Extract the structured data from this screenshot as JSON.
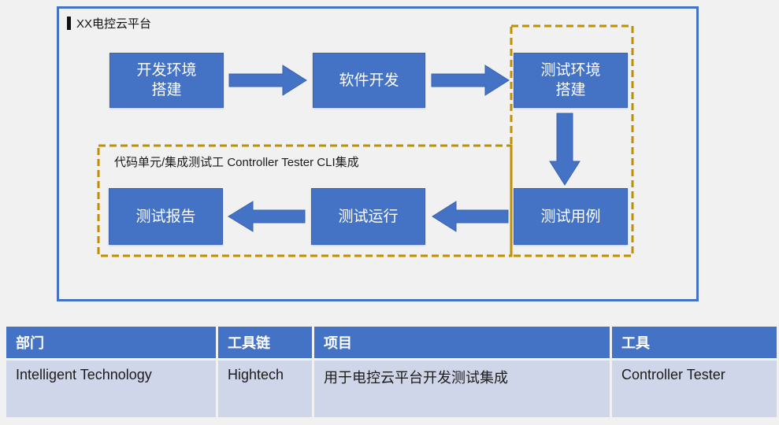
{
  "colors": {
    "accent_blue": "#4472C4",
    "box_border": "#3A62AE",
    "dashed_gold": "#BF9000",
    "table_row_bg": "#CFD6EA",
    "page_bg": "#F1F1F2",
    "text_dark": "#1A1A1A",
    "text_white": "#FFFFFF"
  },
  "diagram": {
    "title": "XX电控云平台",
    "dashed_group_label": "代码单元/集成测试工 Controller Tester CLI集成",
    "boxes": [
      {
        "id": "dev-env-setup",
        "lines": [
          "开发环境",
          "搭建"
        ]
      },
      {
        "id": "software-dev",
        "lines": [
          "软件开发"
        ]
      },
      {
        "id": "test-env-setup",
        "lines": [
          "测试环境",
          "搭建"
        ]
      },
      {
        "id": "test-case",
        "lines": [
          "测试用例"
        ]
      },
      {
        "id": "test-run",
        "lines": [
          "测试运行"
        ]
      },
      {
        "id": "test-report",
        "lines": [
          "测试报告"
        ]
      }
    ],
    "flow": [
      "开发环境搭建 → 软件开发 → 测试环境搭建 → 测试用例 → 测试运行 → 测试报告"
    ]
  },
  "table": {
    "headers": [
      "部门",
      "工具链",
      "项目",
      "工具"
    ],
    "rows": [
      [
        "Intelligent Technology",
        "Hightech",
        "用于电控云平台开发测试集成",
        "Controller Tester"
      ]
    ]
  }
}
